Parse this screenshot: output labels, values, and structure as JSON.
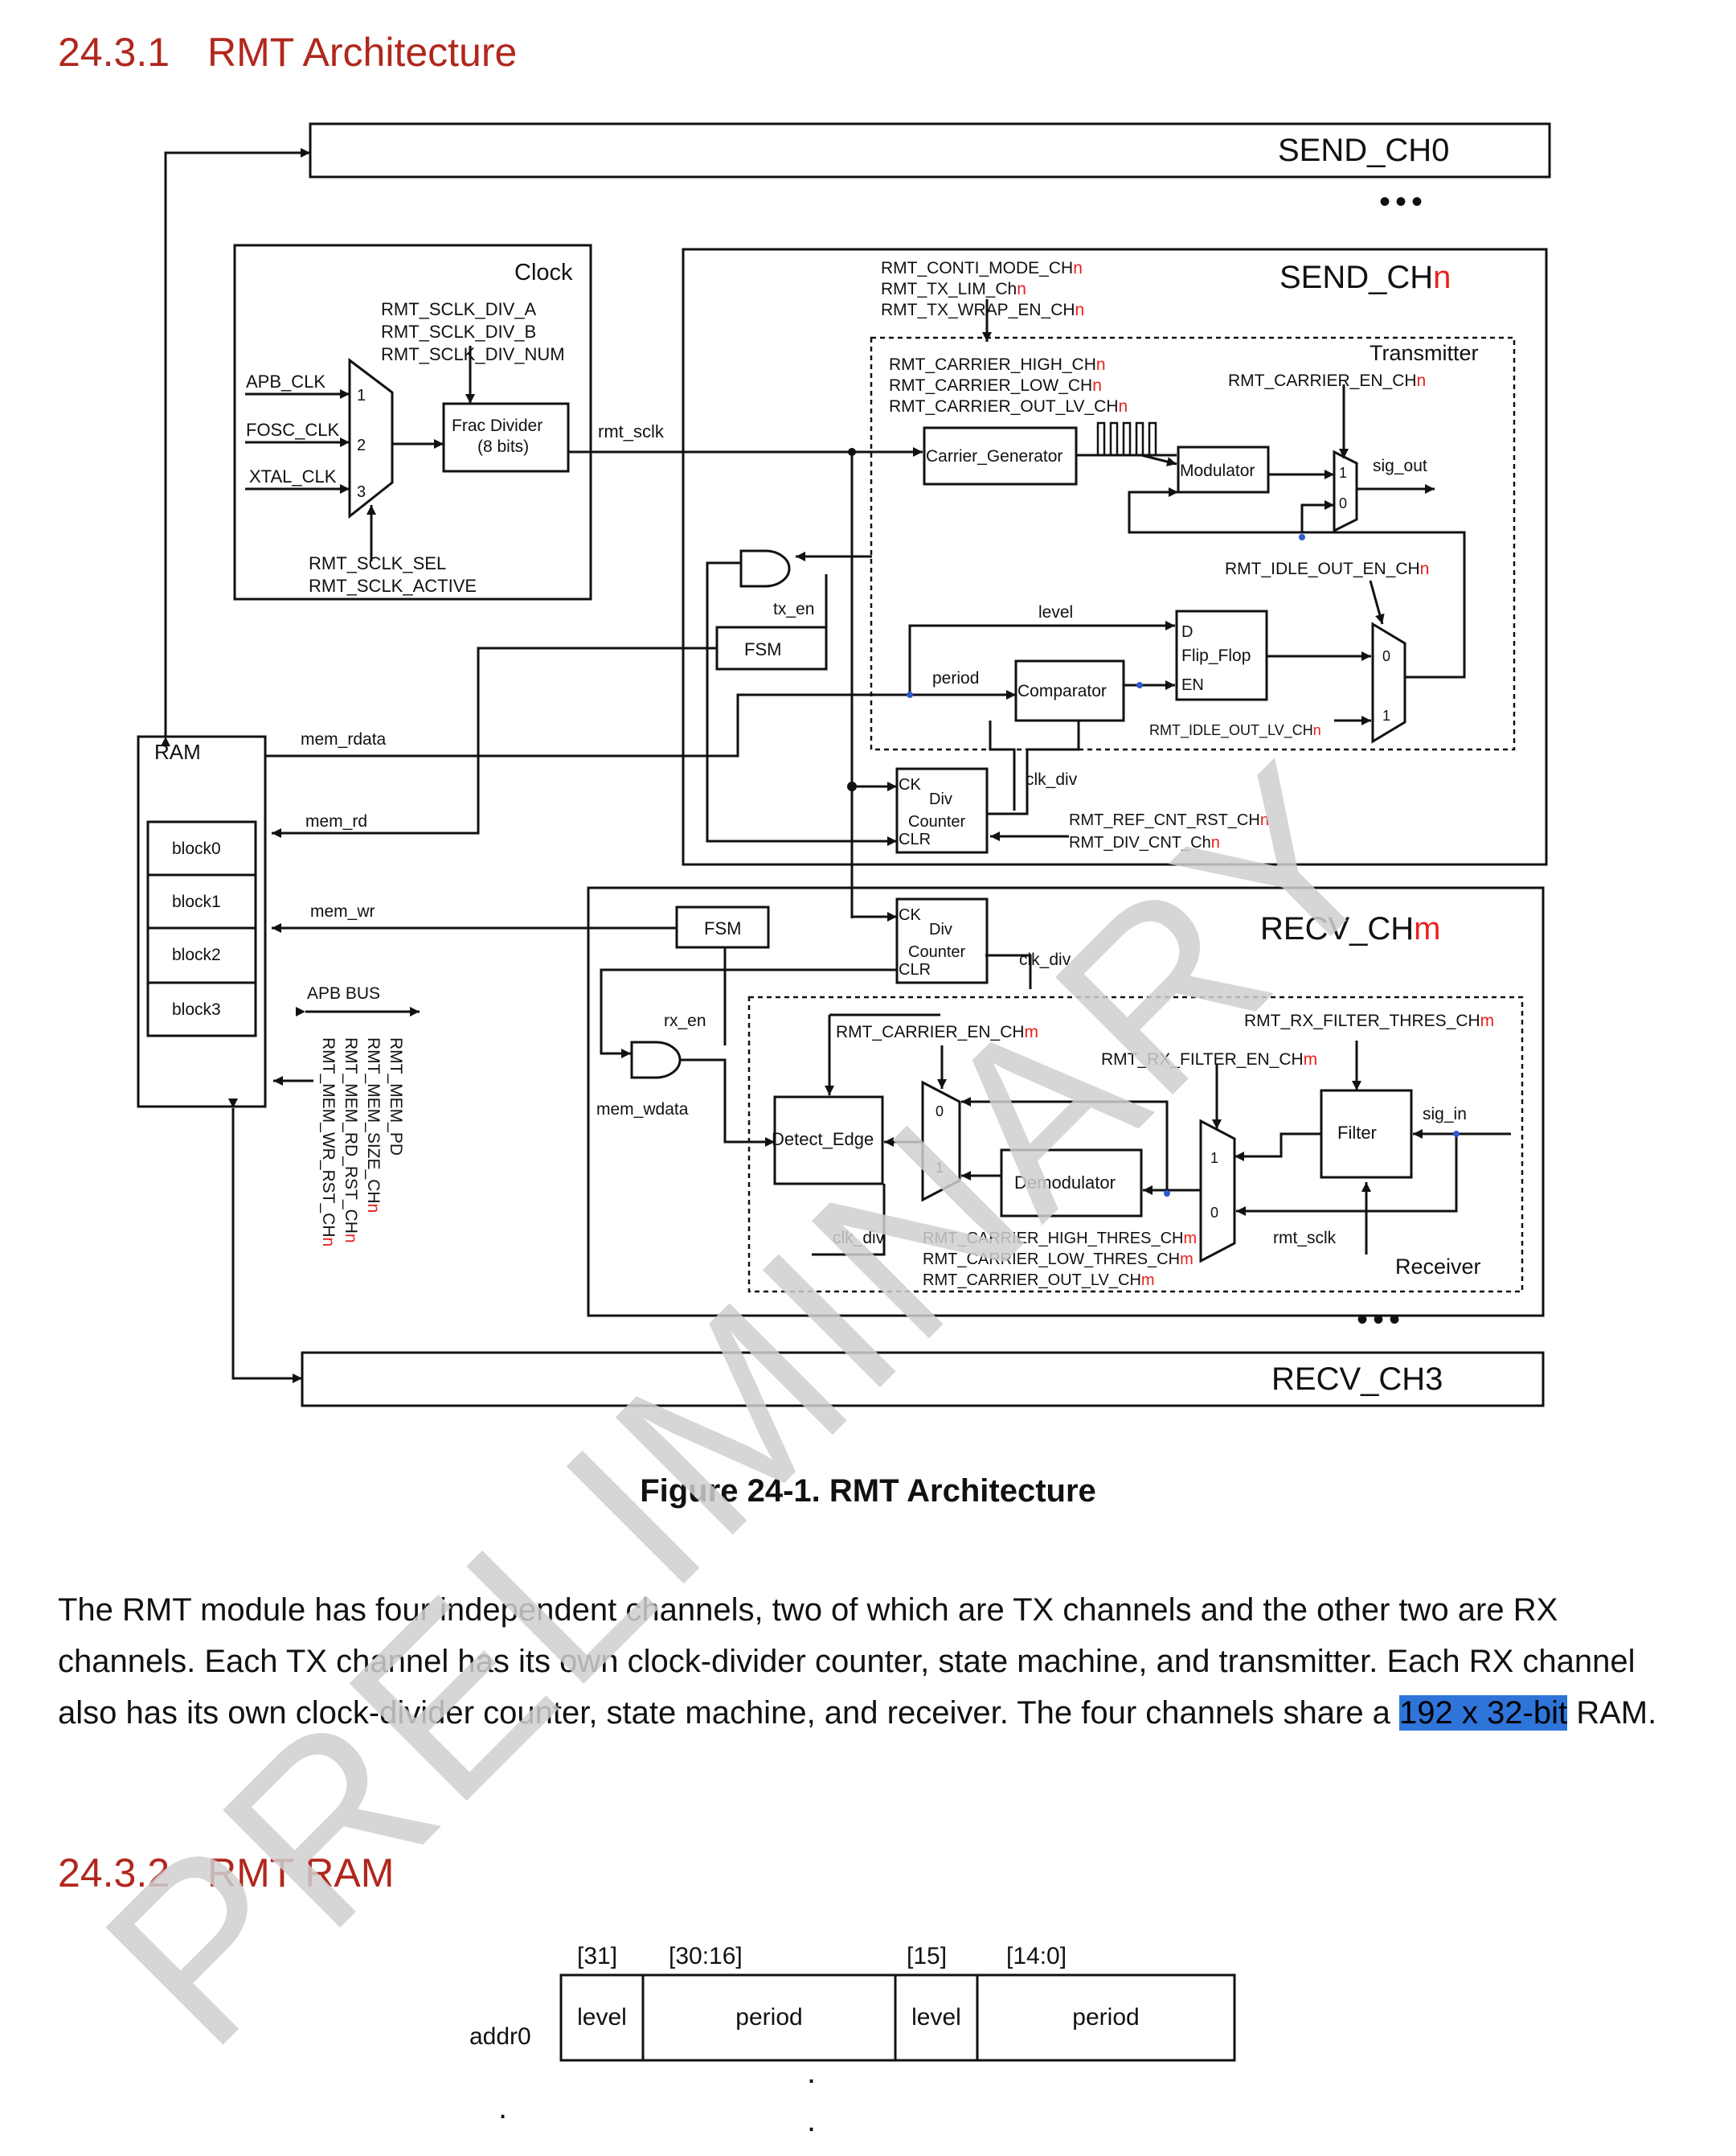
{
  "section1": {
    "number": "24.3.1",
    "title": "RMT Architecture"
  },
  "diagram": {
    "send_ch0": "SEND_CH0",
    "dots_top": "•••",
    "send_chn_prefix": "SEND_CH",
    "n": "n",
    "m": "m",
    "clock_label": "Clock",
    "sclk_div_a": "RMT_SCLK_DIV_A",
    "sclk_div_b": "RMT_SCLK_DIV_B",
    "sclk_div_num": "RMT_SCLK_DIV_NUM",
    "apb_clk": "APB_CLK",
    "fosc_clk": "FOSC_CLK",
    "xtal_clk": "XTAL_CLK",
    "mux_in1": "1",
    "mux_in2": "2",
    "mux_in3": "3",
    "frac_divider_1": "Frac Divider",
    "frac_divider_2": "(8 bits)",
    "rmt_sclk": "rmt_sclk",
    "sclk_sel": "RMT_SCLK_SEL",
    "sclk_active": "RMT_SCLK_ACTIVE",
    "conti_mode": "RMT_CONTI_MODE_CH",
    "tx_lim": "RMT_TX_LIM_Ch",
    "tx_wrap_en": "RMT_TX_WRAP_EN_CH",
    "transmitter": "Transmitter",
    "carrier_high": "RMT_CARRIER_HIGH_CH",
    "carrier_low": "RMT_CARRIER_LOW_CH",
    "carrier_out_lv": "RMT_CARRIER_OUT_LV_CH",
    "carrier_en": "RMT_CARRIER_EN_CH",
    "carrier_generator": "Carrier_Generator",
    "modulator": "Modulator",
    "one": "1",
    "zero": "0",
    "sig_out": "sig_out",
    "idle_out_en": "RMT_IDLE_OUT_EN_CH",
    "tx_en": "tx_en",
    "fsm": "FSM",
    "level": "level",
    "d": "D",
    "flip_flop": "Flip_Flop",
    "en": "EN",
    "period": "period",
    "comparator": "Comparator",
    "idle_out_lv": "RMT_IDLE_OUT_LV_CH",
    "ram": "RAM",
    "mem_rdata": "mem_rdata",
    "clk_div": "clk_div",
    "ck": "CK",
    "div": "Div",
    "counter": "Counter",
    "clr": "CLR",
    "ref_cnt_rst": "RMT_REF_CNT_RST_CH",
    "div_cnt": "RMT_DIV_CNT_Ch",
    "mem_rd": "mem_rd",
    "block0": "block0",
    "block1": "block1",
    "block2": "block2",
    "block3": "block3",
    "mem_wr": "mem_wr",
    "recv_chm_prefix": "RECV_CH",
    "apb_bus": "APB BUS",
    "rx_en": "rx_en",
    "rx_filter_thres": "RMT_RX_FILTER_THRES_CH",
    "rx_filter_en": "RMT_RX_FILTER_EN_CH",
    "carrier_en_m": "RMT_CARRIER_EN_CH",
    "mem_wdata": "mem_wdata",
    "detect_edge": "Detect_Edge",
    "filter": "Filter",
    "sig_in": "sig_in",
    "demodulator": "Demodulator",
    "carrier_high_thres": "RMT_CARRIER_HIGH_THRES_CH",
    "carrier_low_thres": "RMT_CARRIER_LOW_THRES_CH",
    "carrier_out_lv_m": "RMT_CARRIER_OUT_LV_CH",
    "receiver": "Receiver",
    "mem_pd": "RMT_MEM_PD",
    "mem_size": "RMT_MEM_SIZE_CH",
    "mem_rd_rst": "RMT_MEM_RD_RST_CH",
    "mem_wr_rst": "RMT_MEM_WR_RST_CH",
    "dots_bottom": "•••",
    "recv_ch3": "RECV_CH3"
  },
  "figure_caption": "Figure 24-1. RMT Architecture",
  "paragraph": {
    "before_highlight": "The RMT module has four independent channels, two of which are TX channels and the other two are RX channels. Each TX channel has its own clock-divider counter, state machine, and transmitter. Each RX channel also has its own clock-divider counter, state machine, and receiver. The four channels share a ",
    "highlight": "192 x 32-bit",
    "after_highlight": " RAM."
  },
  "section2": {
    "number": "24.3.2",
    "title": "RMT RAM"
  },
  "ram_table": {
    "bit31": "[31]",
    "bit30_16": "[30:16]",
    "bit15": "[15]",
    "bit14_0": "[14:0]",
    "cells": [
      "level",
      "period",
      "level",
      "period"
    ],
    "row_label": "addr0",
    "dot": "."
  },
  "watermark": "PRELIMINARY",
  "colors": {
    "heading": "#b1271d",
    "variable_red": "#e8201b",
    "highlight": "#2f74d9",
    "watermark": "#d0d0d0"
  }
}
